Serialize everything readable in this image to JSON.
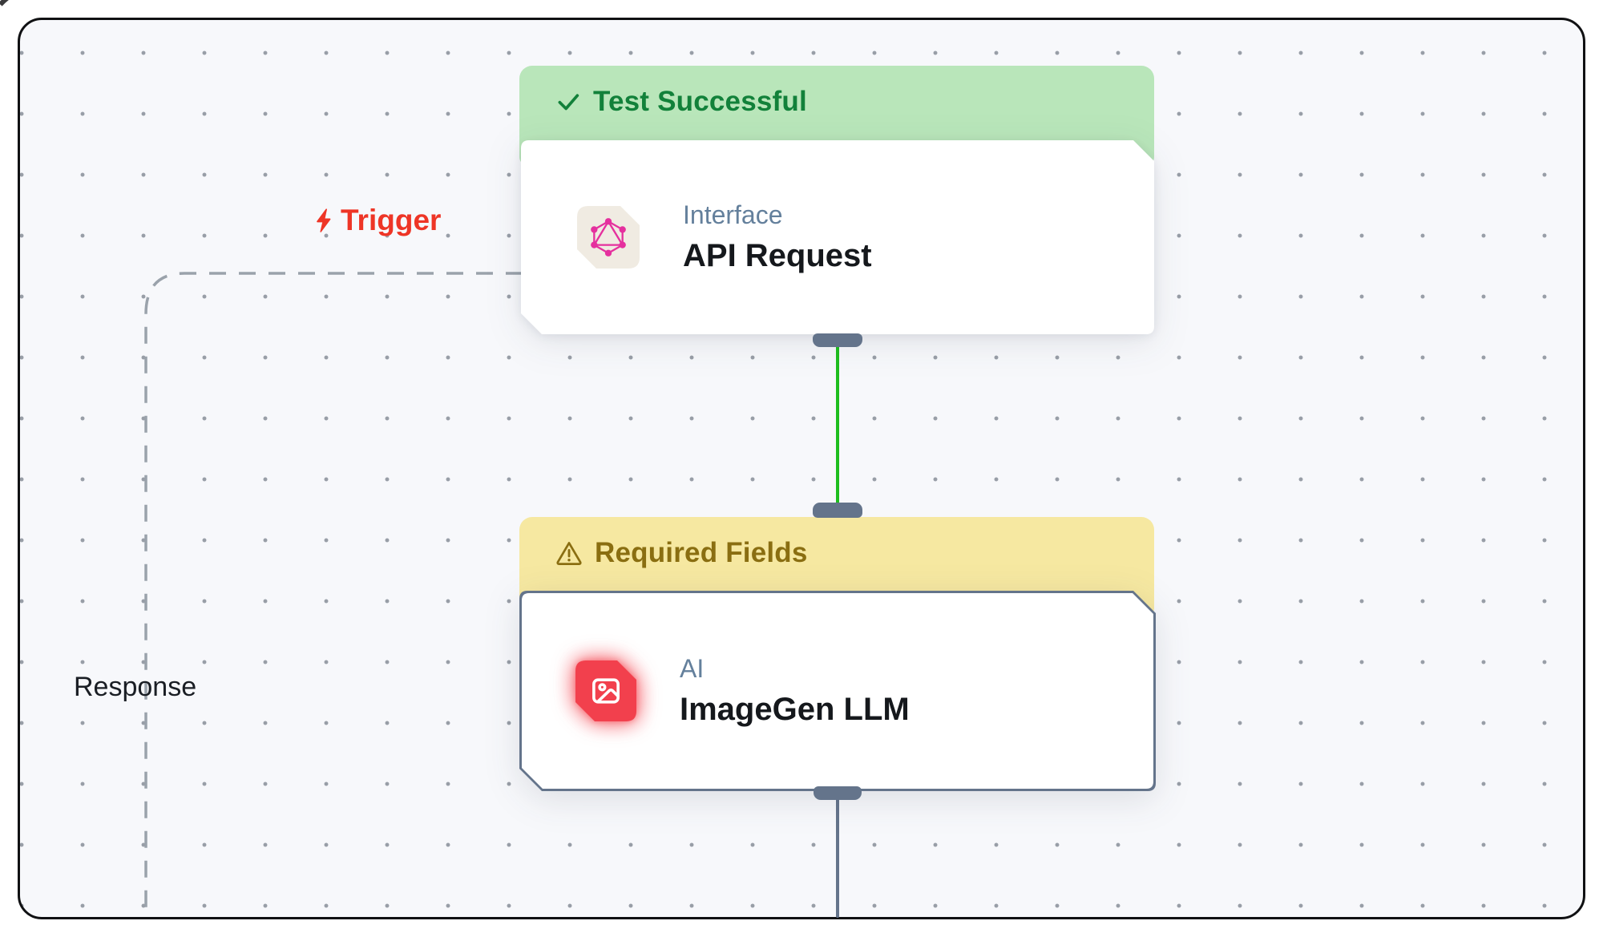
{
  "canvas": {
    "background_color": "#f7f8fb",
    "border_color": "#101113",
    "dot_color": "#989ea7"
  },
  "edges": {
    "trigger_label": "Trigger",
    "response_label": "Response",
    "trigger_color": "#ee3526",
    "dashed_color": "#9aa2ab",
    "success_edge_color": "#1ebe1e",
    "pending_edge_color": "#64748b"
  },
  "nodes": [
    {
      "banner": {
        "text": "Test Successful",
        "icon": "check-icon",
        "bg": "#b9e6ba",
        "fg": "#12813a"
      },
      "category": "Interface",
      "title": "API Request",
      "icon": "graphql-icon",
      "icon_color": "#e5309e",
      "icon_tile_color": "#f0ebe2"
    },
    {
      "banner": {
        "text": "Required Fields",
        "icon": "warning-icon",
        "bg": "#f6e8a1",
        "fg": "#8a6e11"
      },
      "category": "AI",
      "title": "ImageGen LLM",
      "icon": "image-icon",
      "icon_color": "#ffffff",
      "icon_tile_color": "#f2404d"
    }
  ]
}
